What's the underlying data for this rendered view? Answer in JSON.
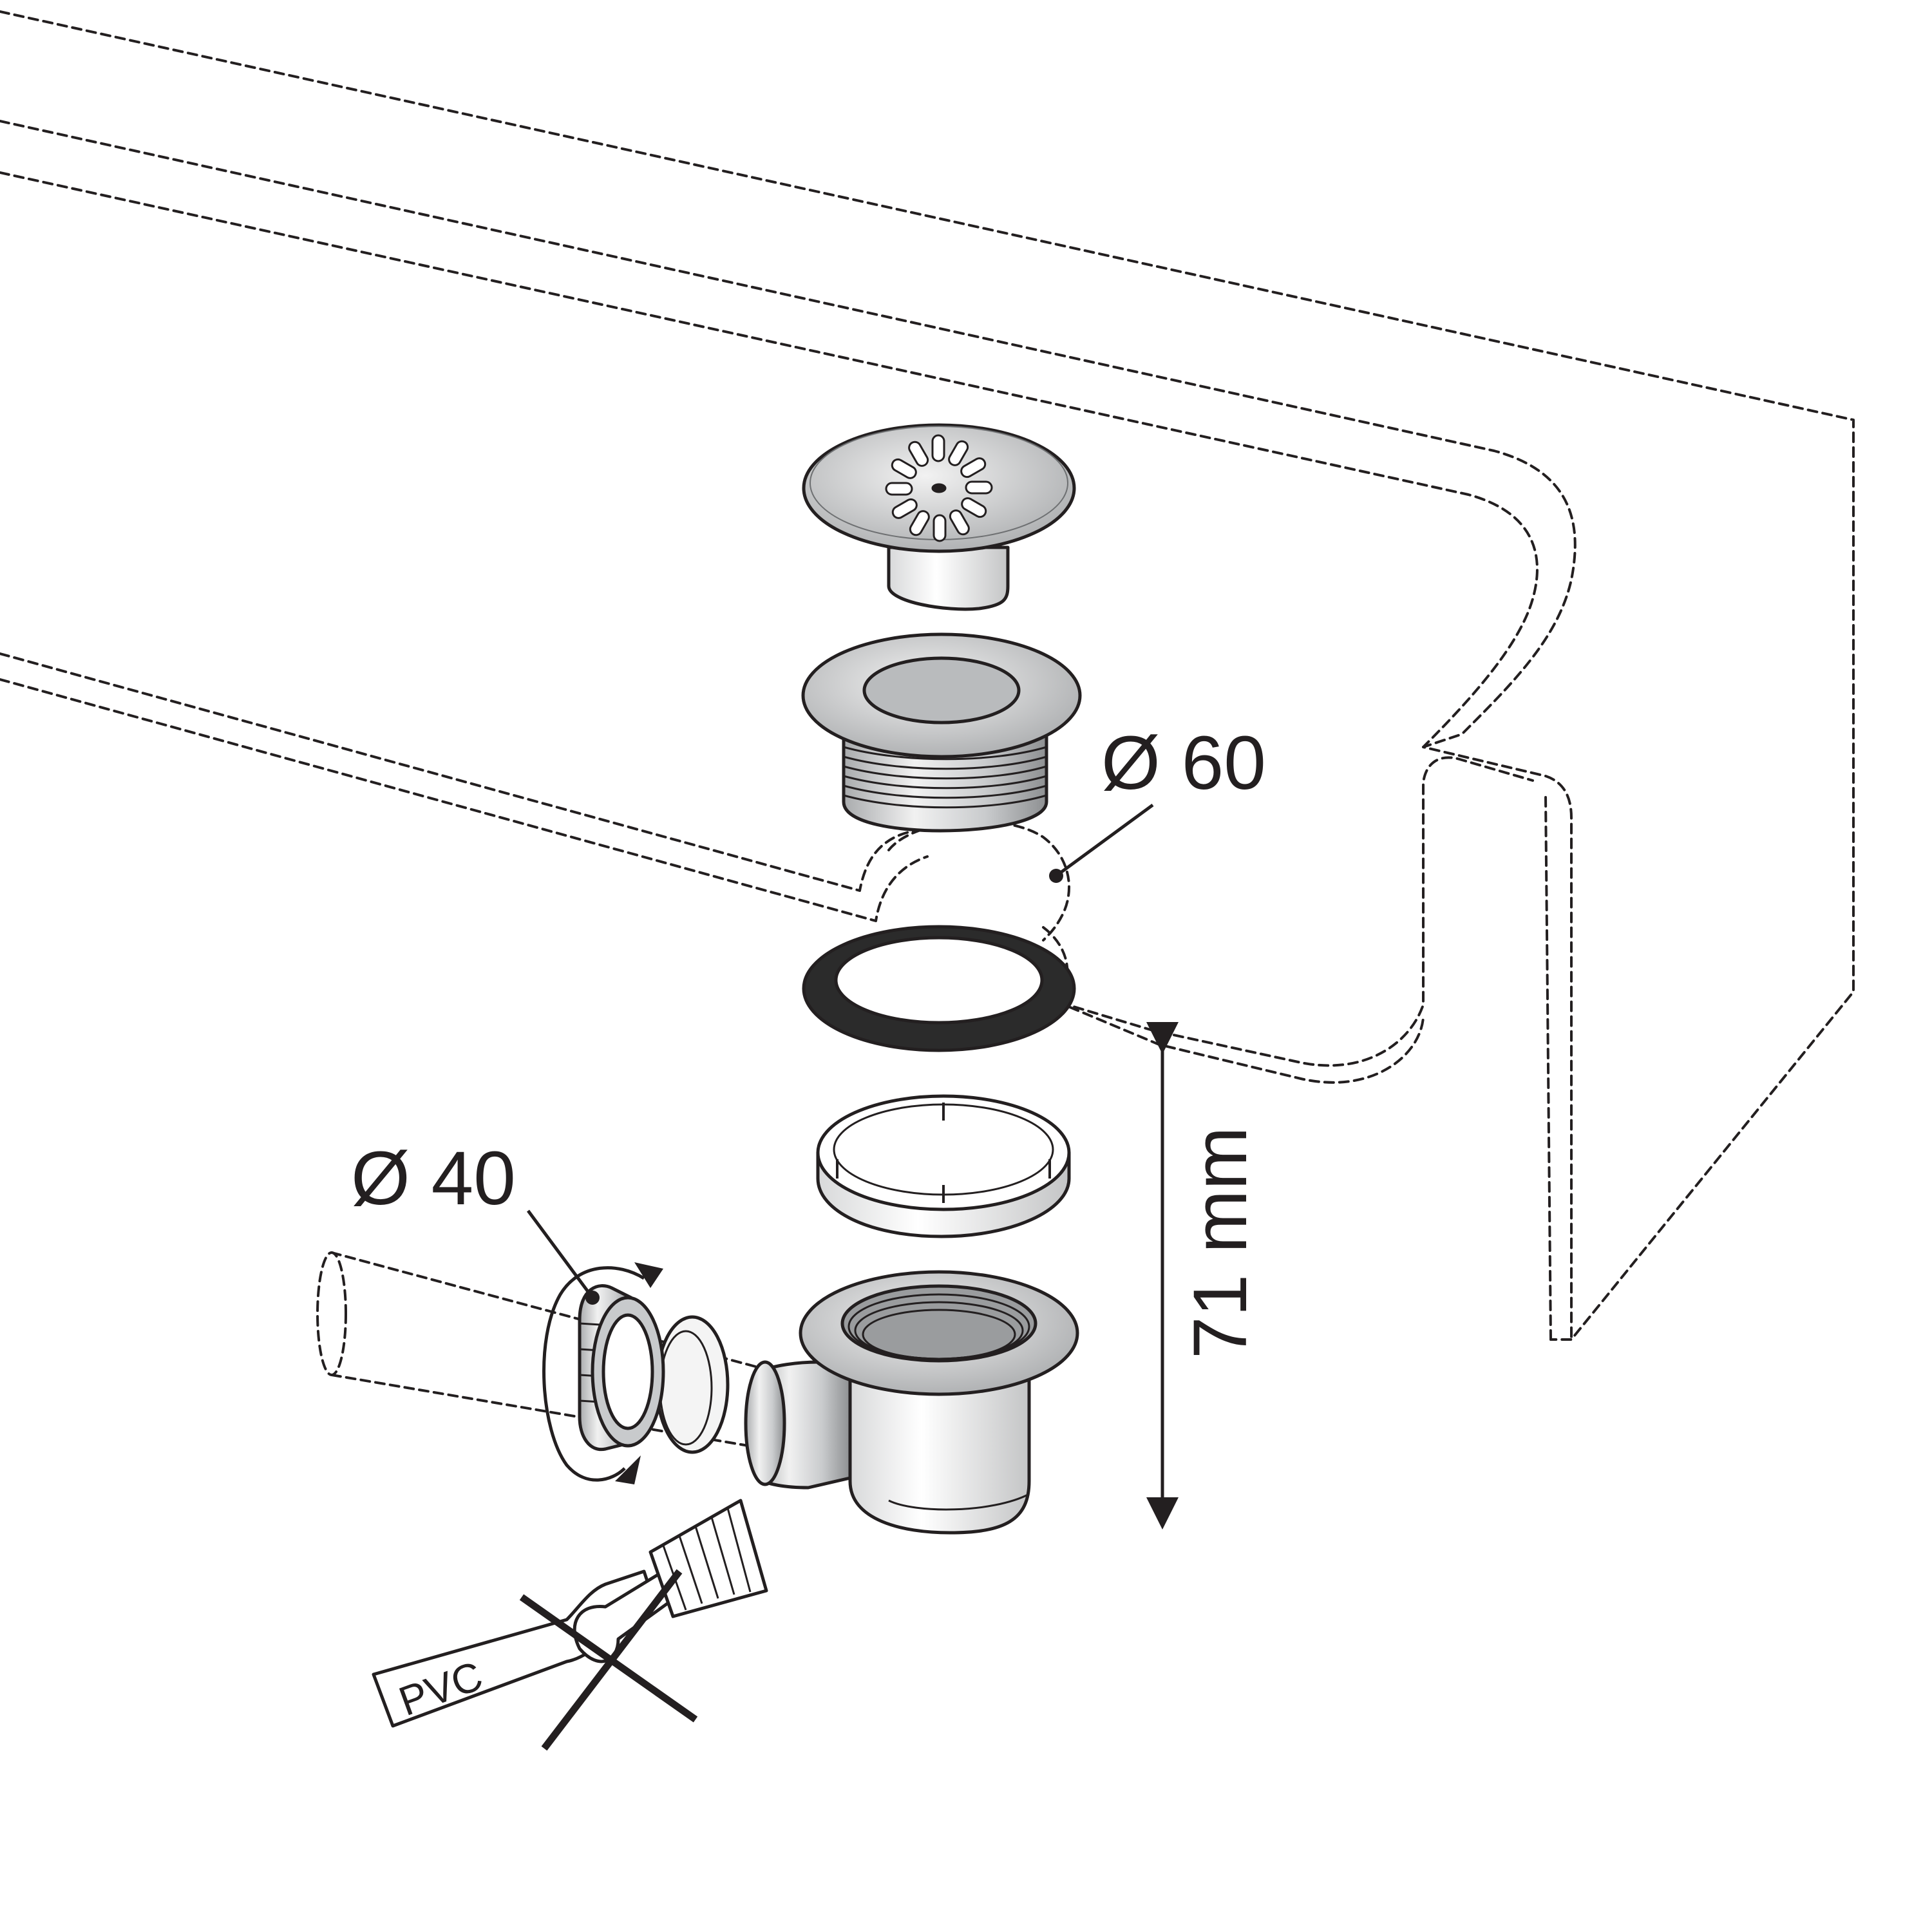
{
  "labels": {
    "diameter_outlet": "Ø 60",
    "diameter_pipe": "Ø 40",
    "height": "71 mm",
    "tube_marking": "PVC"
  },
  "icons": [
    "strainer-grate-icon",
    "waste-flange-icon",
    "rubber-gasket-icon",
    "clamp-ring-icon",
    "trap-body-icon",
    "pipe-nut-icon",
    "compression-seal-icon",
    "pvc-glue-tube-icon",
    "brush-icon",
    "prohibited-cross-icon"
  ],
  "colors": {
    "ink": "#231f20",
    "metal": "#c8cacc",
    "metal_dark": "#9a9c9e",
    "white": "#ffffff",
    "rubber": "#2b2b2b"
  }
}
